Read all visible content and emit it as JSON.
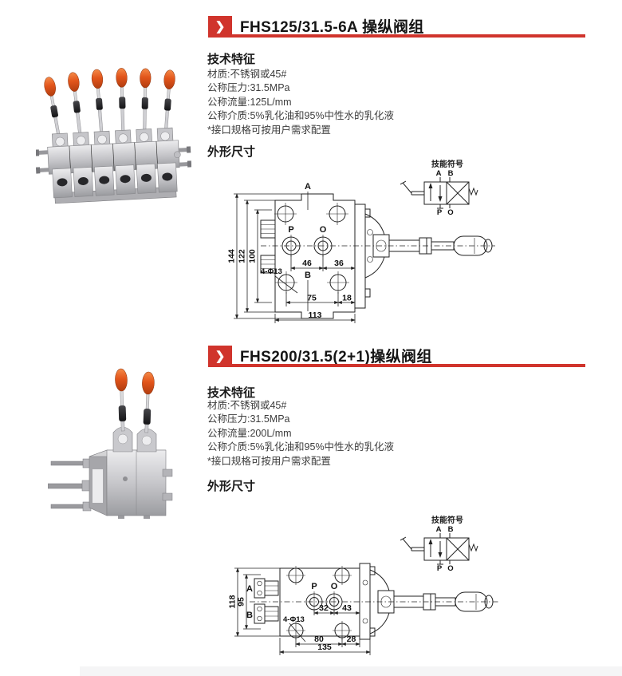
{
  "accent_color": "#d0342c",
  "icons": {
    "section_marker": "❯"
  },
  "sections": [
    {
      "title": "FHS125/31.5-6A 操纵阀组",
      "tech_heading": "技术特征",
      "specs": [
        "材质:不锈钢或45#",
        "公称压力:31.5MPa",
        "公称流量:125L/mm",
        "公称介质:5%乳化油和95%中性水的乳化液",
        "*接口规格可按用户需求配置"
      ],
      "dims_heading": "外形尺寸",
      "symbol": {
        "label": "技能符号",
        "port_a": "A",
        "port_b": "B",
        "port_p": "P",
        "port_o": "O"
      },
      "drawing": {
        "dim_height_overall": "144",
        "dim_height_mid": "122",
        "dim_height_inner": "100",
        "label_a": "A",
        "label_b": "B",
        "label_p": "P",
        "label_o": "O",
        "label_holes": "4-Φ13",
        "dim_p_o": "46",
        "dim_o_edge": "36",
        "dim_span": "75",
        "dim_offset": "18",
        "dim_width": "113"
      }
    },
    {
      "title": "FHS200/31.5(2+1)操纵阀组",
      "tech_heading": "技术特征",
      "specs": [
        "材质:不锈钢或45#",
        "公称压力:31.5MPa",
        "公称流量:200L/mm",
        "公称介质:5%乳化油和95%中性水的乳化液",
        "*接口规格可按用户需求配置"
      ],
      "dims_heading": "外形尺寸",
      "symbol": {
        "label": "技能符号",
        "port_a": "A",
        "port_b": "B",
        "port_p": "P",
        "port_o": "O"
      },
      "drawing": {
        "dim_height_overall": "118",
        "dim_height_mid": "95",
        "label_a": "A",
        "label_b": "B",
        "label_p": "P",
        "label_o": "O",
        "label_holes": "4-Φ13",
        "dim_p_o": "32",
        "dim_o_edge": "43",
        "dim_span": "80",
        "dim_offset": "28",
        "dim_width": "135"
      }
    }
  ]
}
